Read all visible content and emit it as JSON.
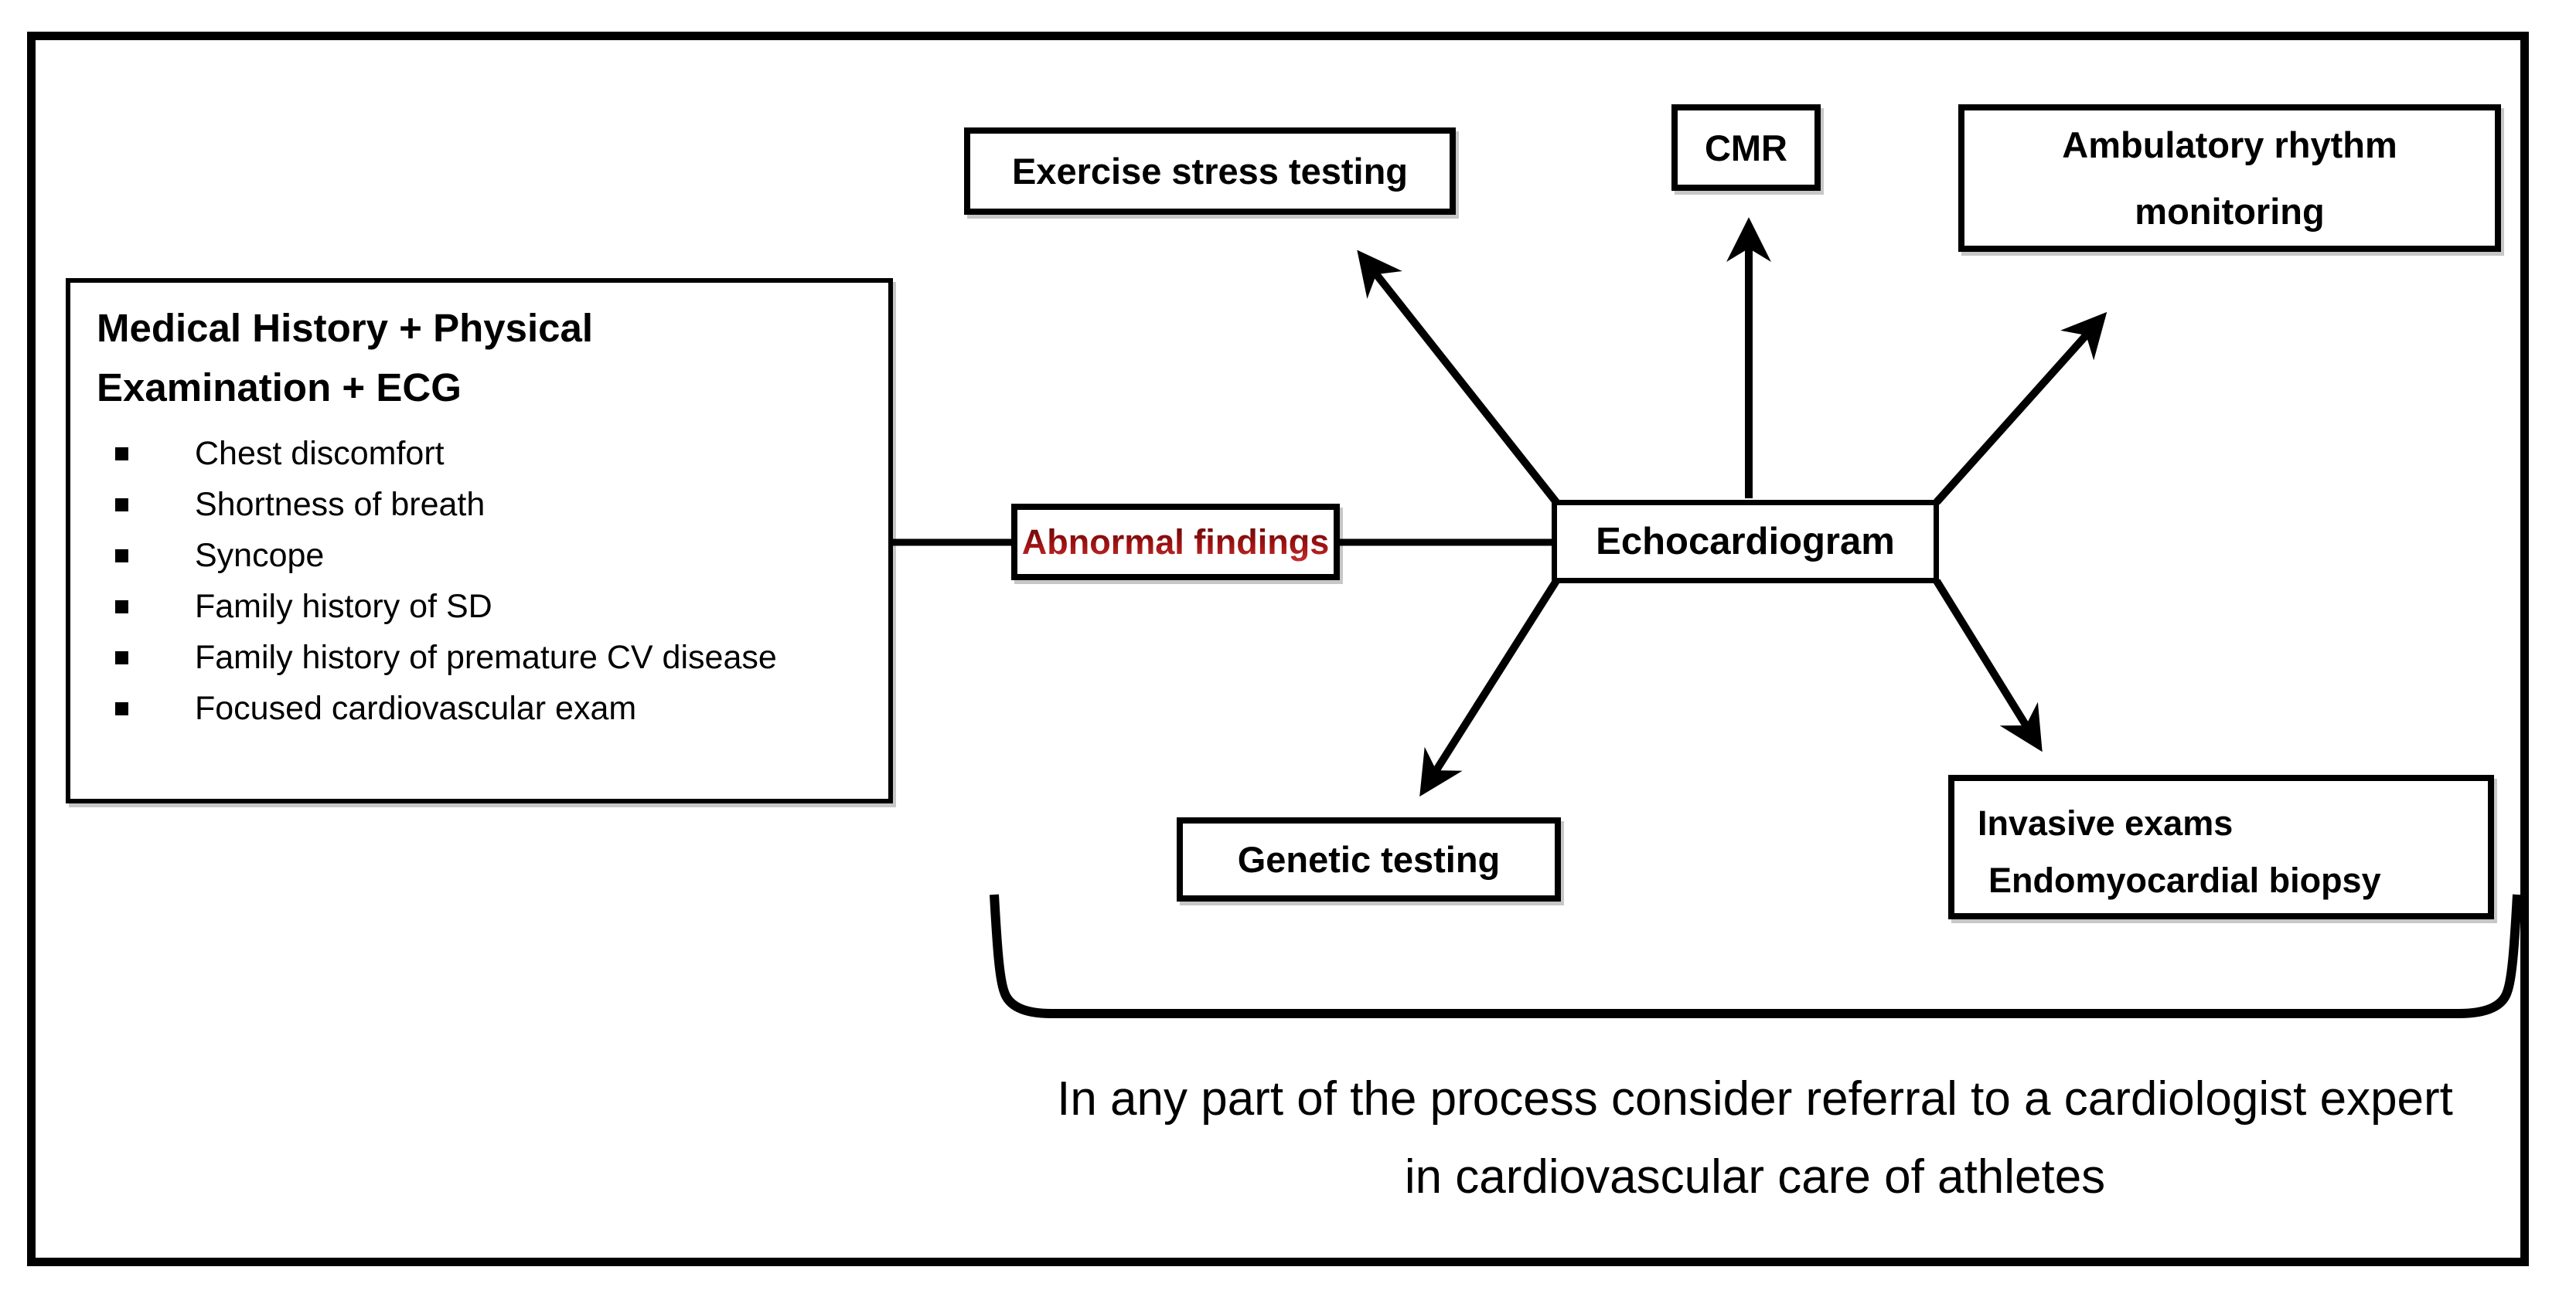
{
  "figure": {
    "history_box": {
      "title_line1": "Medical History + Physical",
      "title_line2": "Examination + ECG",
      "bullets": [
        "Chest discomfort",
        "Shortness of breath",
        "Syncope",
        "Family history of SD",
        "Family history of premature CV disease",
        "Focused cardiovascular exam"
      ]
    },
    "abnormal_label": "Abnormal findings",
    "hub_label": "Echocardiogram",
    "tests": {
      "exercise": "Exercise stress testing",
      "cmr": "CMR",
      "ambulatory_line1": "Ambulatory rhythm",
      "ambulatory_line2": "monitoring",
      "genetic": "Genetic testing",
      "invasive_line1": "Invasive exams",
      "invasive_line2": "Endomyocardial biopsy"
    },
    "caption_line1": "In any part of the process consider referral to a cardiologist expert",
    "caption_line2": "in cardiovascular care of athletes",
    "colors": {
      "ink": "#000000",
      "background": "#ffffff",
      "abnormal_red": "#9e1212",
      "abnormal_red_dark": "#5e0707",
      "abnormal_red_light": "#c53030"
    }
  }
}
